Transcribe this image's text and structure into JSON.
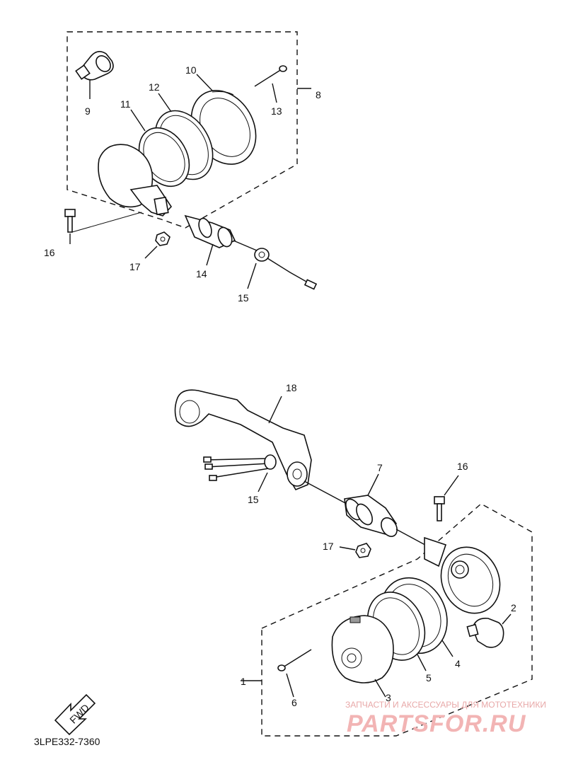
{
  "diagram": {
    "part_code": "3LPE332-7360",
    "fwd_label": "FWD",
    "callouts": {
      "c1": "1",
      "c2": "2",
      "c3": "3",
      "c4": "4",
      "c5": "5",
      "c6": "6",
      "c7": "7",
      "c8": "8",
      "c9": "9",
      "c10": "10",
      "c11": "11",
      "c12": "12",
      "c13": "13",
      "c14": "14",
      "c15a": "15",
      "c15b": "15",
      "c16a": "16",
      "c16b": "16",
      "c17a": "17",
      "c17b": "17",
      "c18": "18"
    }
  },
  "watermark": {
    "tagline": "ЗАПЧАСТИ И АКСЕССУАРЫ ДЛЯ МОТОТЕХНИКИ",
    "brand": "PARTSFOR.RU",
    "brand_color": "#f2b4b4"
  }
}
